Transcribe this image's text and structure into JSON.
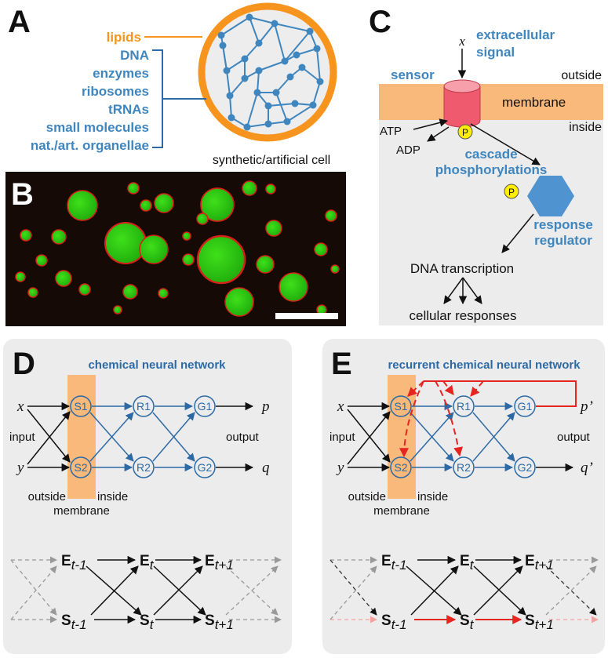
{
  "colors": {
    "orange": "#f7941d",
    "membrane": "#f9b97a",
    "blue": "#3f86bf",
    "navy": "#2d6aa5",
    "red": "#e52521",
    "panel_bg": "#ececec",
    "cell_fill": "#ededed",
    "sensor": "#ef5a6e",
    "phospho": "#ffee00",
    "regulator": "#4f93d0",
    "micro_bg": "#150a05",
    "micro_green": "#22c40f",
    "micro_red": "#d8201a"
  },
  "panelA": {
    "label": "A",
    "lipids": "lipids",
    "components": [
      "DNA",
      "enzymes",
      "ribosomes",
      "tRNAs",
      "small molecules",
      "nat./art. organellae"
    ],
    "caption": "synthetic/artificial cell"
  },
  "panelB": {
    "label": "B"
  },
  "panelC": {
    "label": "C",
    "x": "x",
    "signal_line1": "extracellular",
    "signal_line2": "signal",
    "sensor": "sensor",
    "outside": "outside",
    "membrane": "membrane",
    "inside": "inside",
    "atp": "ATP",
    "adp": "ADP",
    "p": "P",
    "cascade_line1": "cascade",
    "cascade_line2": "phosphorylations",
    "regulator_line1": "response",
    "regulator_line2": "regulator",
    "dna": "DNA transcription",
    "responses": "cellular responses"
  },
  "panelD": {
    "label": "D",
    "title": "chemical neural network",
    "x": "x",
    "y": "y",
    "p": "p",
    "q": "q",
    "input": "input",
    "output": "output",
    "outside": "outside",
    "inside": "inside",
    "membrane": "membrane",
    "nodes": [
      "S1",
      "S2",
      "R1",
      "R2",
      "G1",
      "G2"
    ],
    "seq": {
      "E_prev": "E",
      "E_prev_sub": "t-1",
      "E_now": "E",
      "E_now_sub": "t",
      "E_next": "E",
      "E_next_sub": "t+1",
      "S_prev": "S",
      "S_prev_sub": "t-1",
      "S_now": "S",
      "S_now_sub": "t",
      "S_next": "S",
      "S_next_sub": "t+1"
    }
  },
  "panelE": {
    "label": "E",
    "title": "recurrent chemical neural network",
    "x": "x",
    "y": "y",
    "p": "p’",
    "q": "q’",
    "input": "input",
    "output": "output",
    "outside": "outside",
    "inside": "inside",
    "membrane": "membrane",
    "nodes": [
      "S1",
      "S2",
      "R1",
      "R2",
      "G1",
      "G2"
    ],
    "seq": {
      "E_prev": "E",
      "E_prev_sub": "t-1",
      "E_now": "E",
      "E_now_sub": "t",
      "E_next": "E",
      "E_next_sub": "t+1",
      "S_prev": "S",
      "S_prev_sub": "t-1",
      "S_now": "S",
      "S_now_sub": "t",
      "S_next": "S",
      "S_next_sub": "t+1"
    }
  }
}
